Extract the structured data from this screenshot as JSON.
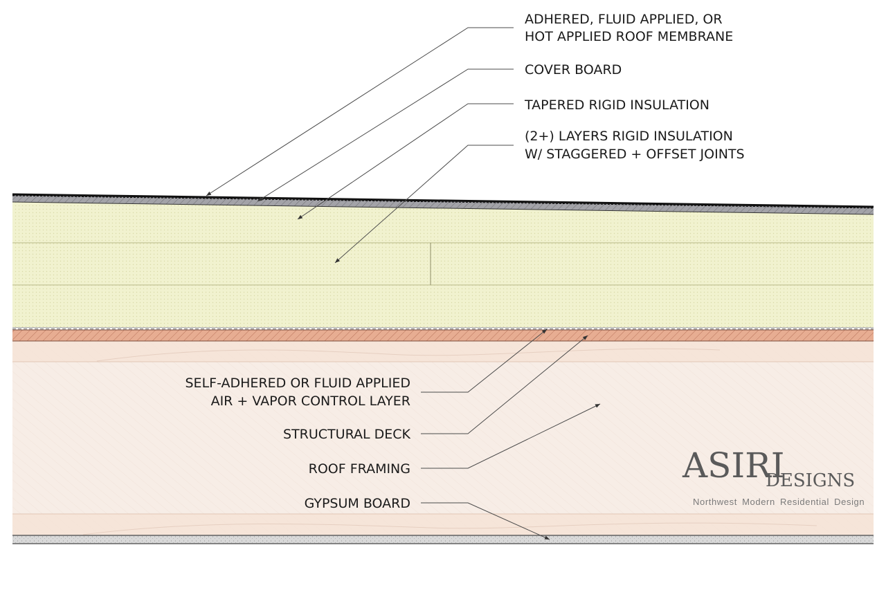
{
  "labels": {
    "membrane": [
      "ADHERED, FLUID APPLIED, OR",
      "HOT APPLIED ROOF MEMBRANE"
    ],
    "cover_board": "COVER BOARD",
    "tapered_insulation": "TAPERED RIGID INSULATION",
    "rigid_layers": [
      "(2+) LAYERS RIGID INSULATION",
      "W/ STAGGERED + OFFSET JOINTS"
    ],
    "avcl": [
      "SELF-ADHERED OR FLUID APPLIED",
      "AIR + VAPOR CONTROL LAYER"
    ],
    "structural_deck": "STRUCTURAL DECK",
    "roof_framing": "ROOF FRAMING",
    "gypsum_board": "GYPSUM BOARD"
  },
  "logo": {
    "main": "ASIRI",
    "sub": "DESIGNS",
    "tagline": "Northwest Modern Residential Design"
  },
  "colors": {
    "insulation": "#f1f2cf",
    "cover_board": "#a3a3a8",
    "deck": "#e7ad92",
    "framing": "#f7ede6",
    "gypsum": "#d9d9d9",
    "ink": "#1a1a1a"
  }
}
